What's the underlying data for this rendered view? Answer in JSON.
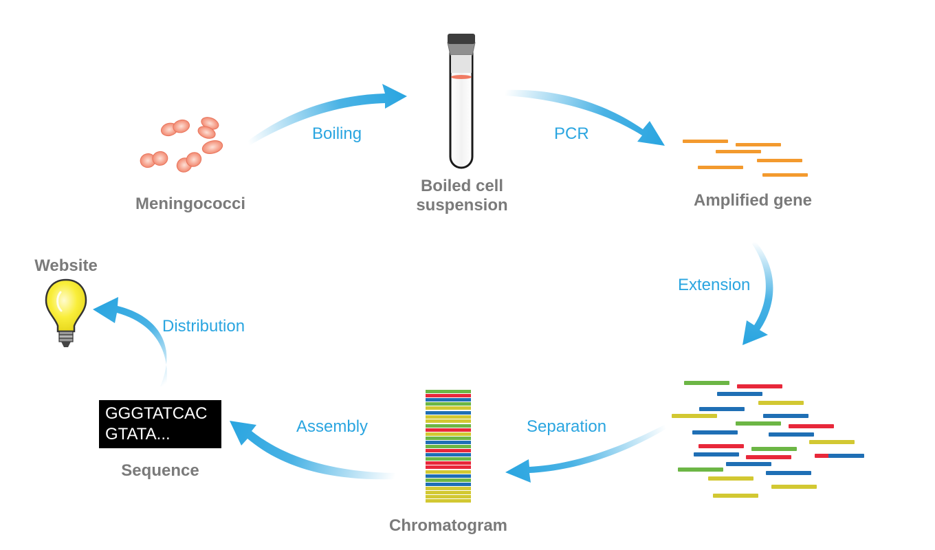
{
  "nodes": {
    "meningococci": "Meningococci",
    "boiled_cell_line1": "Boiled cell",
    "boiled_cell_line2": "suspension",
    "amplified_gene": "Amplified gene",
    "chromatogram": "Chromatogram",
    "sequence": "Sequence",
    "website": "Website"
  },
  "steps": {
    "boiling": "Boiling",
    "pcr": "PCR",
    "extension": "Extension",
    "separation": "Separation",
    "assembly": "Assembly",
    "distribution": "Distribution"
  },
  "sequence_text": [
    "GGGTATCAC",
    "GTATA..."
  ],
  "colors": {
    "arrow": "#2aa5e0",
    "label_gray": "#7a7a7a",
    "cell": "#f08a72",
    "orange": "#f39a2e",
    "green": "#6cb645",
    "red": "#e8283a",
    "blue": "#1f6fb5",
    "yellow": "#d2c832",
    "bulb": "#f7ea2e"
  },
  "icons": [
    "cells-icon",
    "test-tube-icon",
    "dna-fragments-icon",
    "gel-fragments-icon",
    "chromatogram-icon",
    "lightbulb-icon"
  ]
}
